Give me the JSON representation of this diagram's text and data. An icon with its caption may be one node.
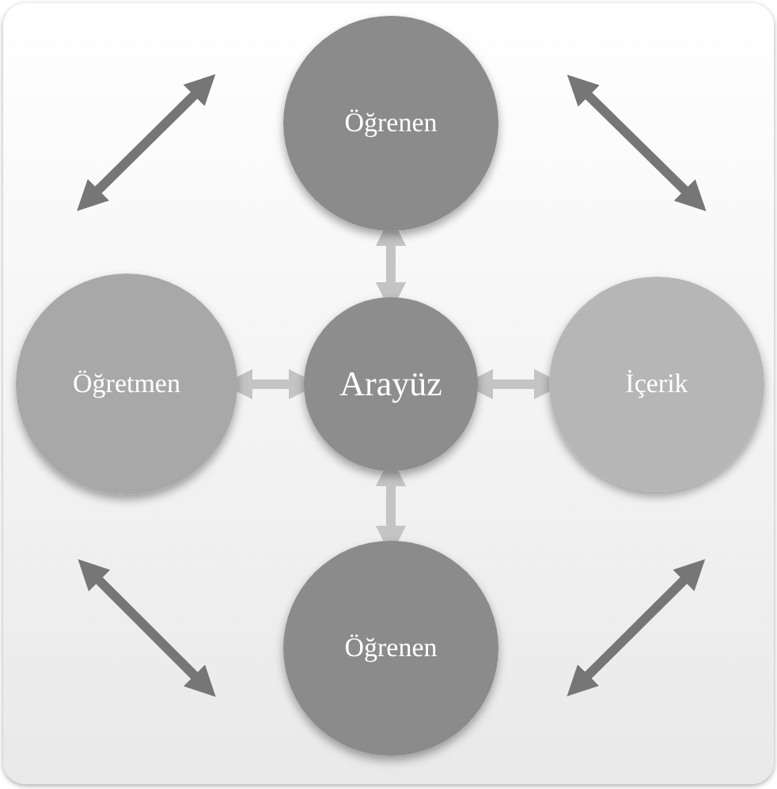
{
  "diagram": {
    "nodes": [
      {
        "text": [
          "Öğrenen"
        ]
      },
      {
        "text": [
          "Öğretmen"
        ]
      },
      {
        "text": [
          "Arayüz"
        ]
      },
      {
        "text": [
          "İçerik"
        ]
      },
      {
        "text": [
          "Öğrenen"
        ]
      }
    ],
    "edges": [
      {
        "from": 2,
        "to": 0,
        "arrow": "both",
        "color": "#c4c4c4"
      },
      {
        "from": 2,
        "to": 1,
        "arrow": "both",
        "color": "#c4c4c4"
      },
      {
        "from": 2,
        "to": 3,
        "arrow": "both",
        "color": "#c4c4c4"
      },
      {
        "from": 2,
        "to": 4,
        "arrow": "both",
        "color": "#c4c4c4"
      },
      {
        "from": 1,
        "to": 0,
        "arrow": "both"
      },
      {
        "from": 0,
        "to": 3,
        "arrow": "both"
      },
      {
        "from": 1,
        "to": 4,
        "arrow": "both"
      },
      {
        "from": 3,
        "to": 4,
        "arrow": "both"
      }
    ]
  }
}
